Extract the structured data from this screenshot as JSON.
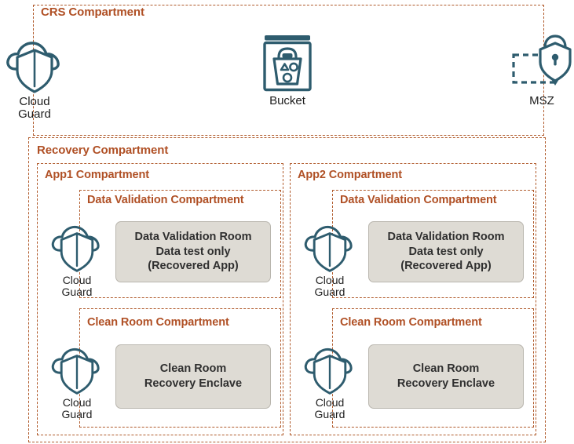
{
  "diagram": {
    "title": "OCI Cyber Recovery Service compartment architecture",
    "colors": {
      "compartment_border": "#b05a2b",
      "compartment_label": "#b05025",
      "icon_stroke": "#2e5c6e",
      "box_fill": "#dedbd4",
      "box_border": "#b9b6ae",
      "box_text": "#2f2f2f",
      "caption_text": "#1d1d1d",
      "background": "#ffffff"
    },
    "compartments": {
      "crs": {
        "label": "CRS Compartment"
      },
      "recovery": {
        "label": "Recovery Compartment"
      },
      "app1": {
        "label": "App1 Compartment"
      },
      "app2": {
        "label": "App2 Compartment"
      },
      "app1_data_validation": {
        "label": "Data Validation Compartment"
      },
      "app1_clean_room": {
        "label": "Clean Room Compartment"
      },
      "app2_data_validation": {
        "label": "Data Validation Compartment"
      },
      "app2_clean_room": {
        "label": "Clean Room Compartment"
      }
    },
    "icons": {
      "crs_cloud_guard": {
        "name": "cloud-guard-icon",
        "caption": "Cloud\nGuard"
      },
      "bucket": {
        "name": "bucket-icon",
        "caption": "Bucket"
      },
      "msz": {
        "name": "msz-shield-lock-icon",
        "caption": "MSZ"
      },
      "app1_dv_cloud_guard": {
        "name": "cloud-guard-icon",
        "caption": "Cloud\nGuard"
      },
      "app1_cr_cloud_guard": {
        "name": "cloud-guard-icon",
        "caption": "Cloud\nGuard"
      },
      "app2_dv_cloud_guard": {
        "name": "cloud-guard-icon",
        "caption": "Cloud\nGuard"
      },
      "app2_cr_cloud_guard": {
        "name": "cloud-guard-icon",
        "caption": "Cloud\nGuard"
      }
    },
    "boxes": {
      "app1_data_validation_room": {
        "text": "Data Validation Room\nData test only\n(Recovered App)"
      },
      "app1_clean_room_enclave": {
        "text": "Clean Room\nRecovery Enclave"
      },
      "app2_data_validation_room": {
        "text": "Data Validation Room\nData test only\n(Recovered App)"
      },
      "app2_clean_room_enclave": {
        "text": "Clean Room\nRecovery Enclave"
      }
    }
  }
}
